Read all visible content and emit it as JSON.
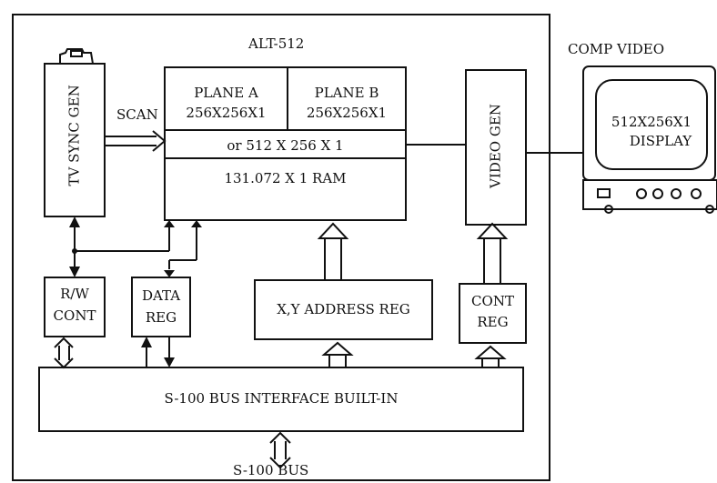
{
  "diagram": {
    "board_title": "ALT-512",
    "comp_video_label": "COMP VIDEO",
    "tv_sync_gen": "TV SYNC GEN",
    "scan_label": "SCAN",
    "plane_a_line1": "PLANE A",
    "plane_a_line2": "256X256X1",
    "plane_b_line1": "PLANE B",
    "plane_b_line2": "256X256X1",
    "combined_mode": "or 512 X 256 X 1",
    "ram": "131.072 X 1 RAM",
    "video_gen": "VIDEO GEN",
    "monitor_line1": "512X256X1",
    "monitor_line2": "DISPLAY",
    "rw_cont_line1": "R/W",
    "rw_cont_line2": "CONT",
    "data_reg_line1": "DATA",
    "data_reg_line2": "REG",
    "xy_address_reg": "X,Y ADDRESS REG",
    "cont_reg_line1": "CONT",
    "cont_reg_line2": "REG",
    "bus_interface": "S-100 BUS INTERFACE BUILT-IN",
    "s100_bus": "S-100 BUS"
  }
}
